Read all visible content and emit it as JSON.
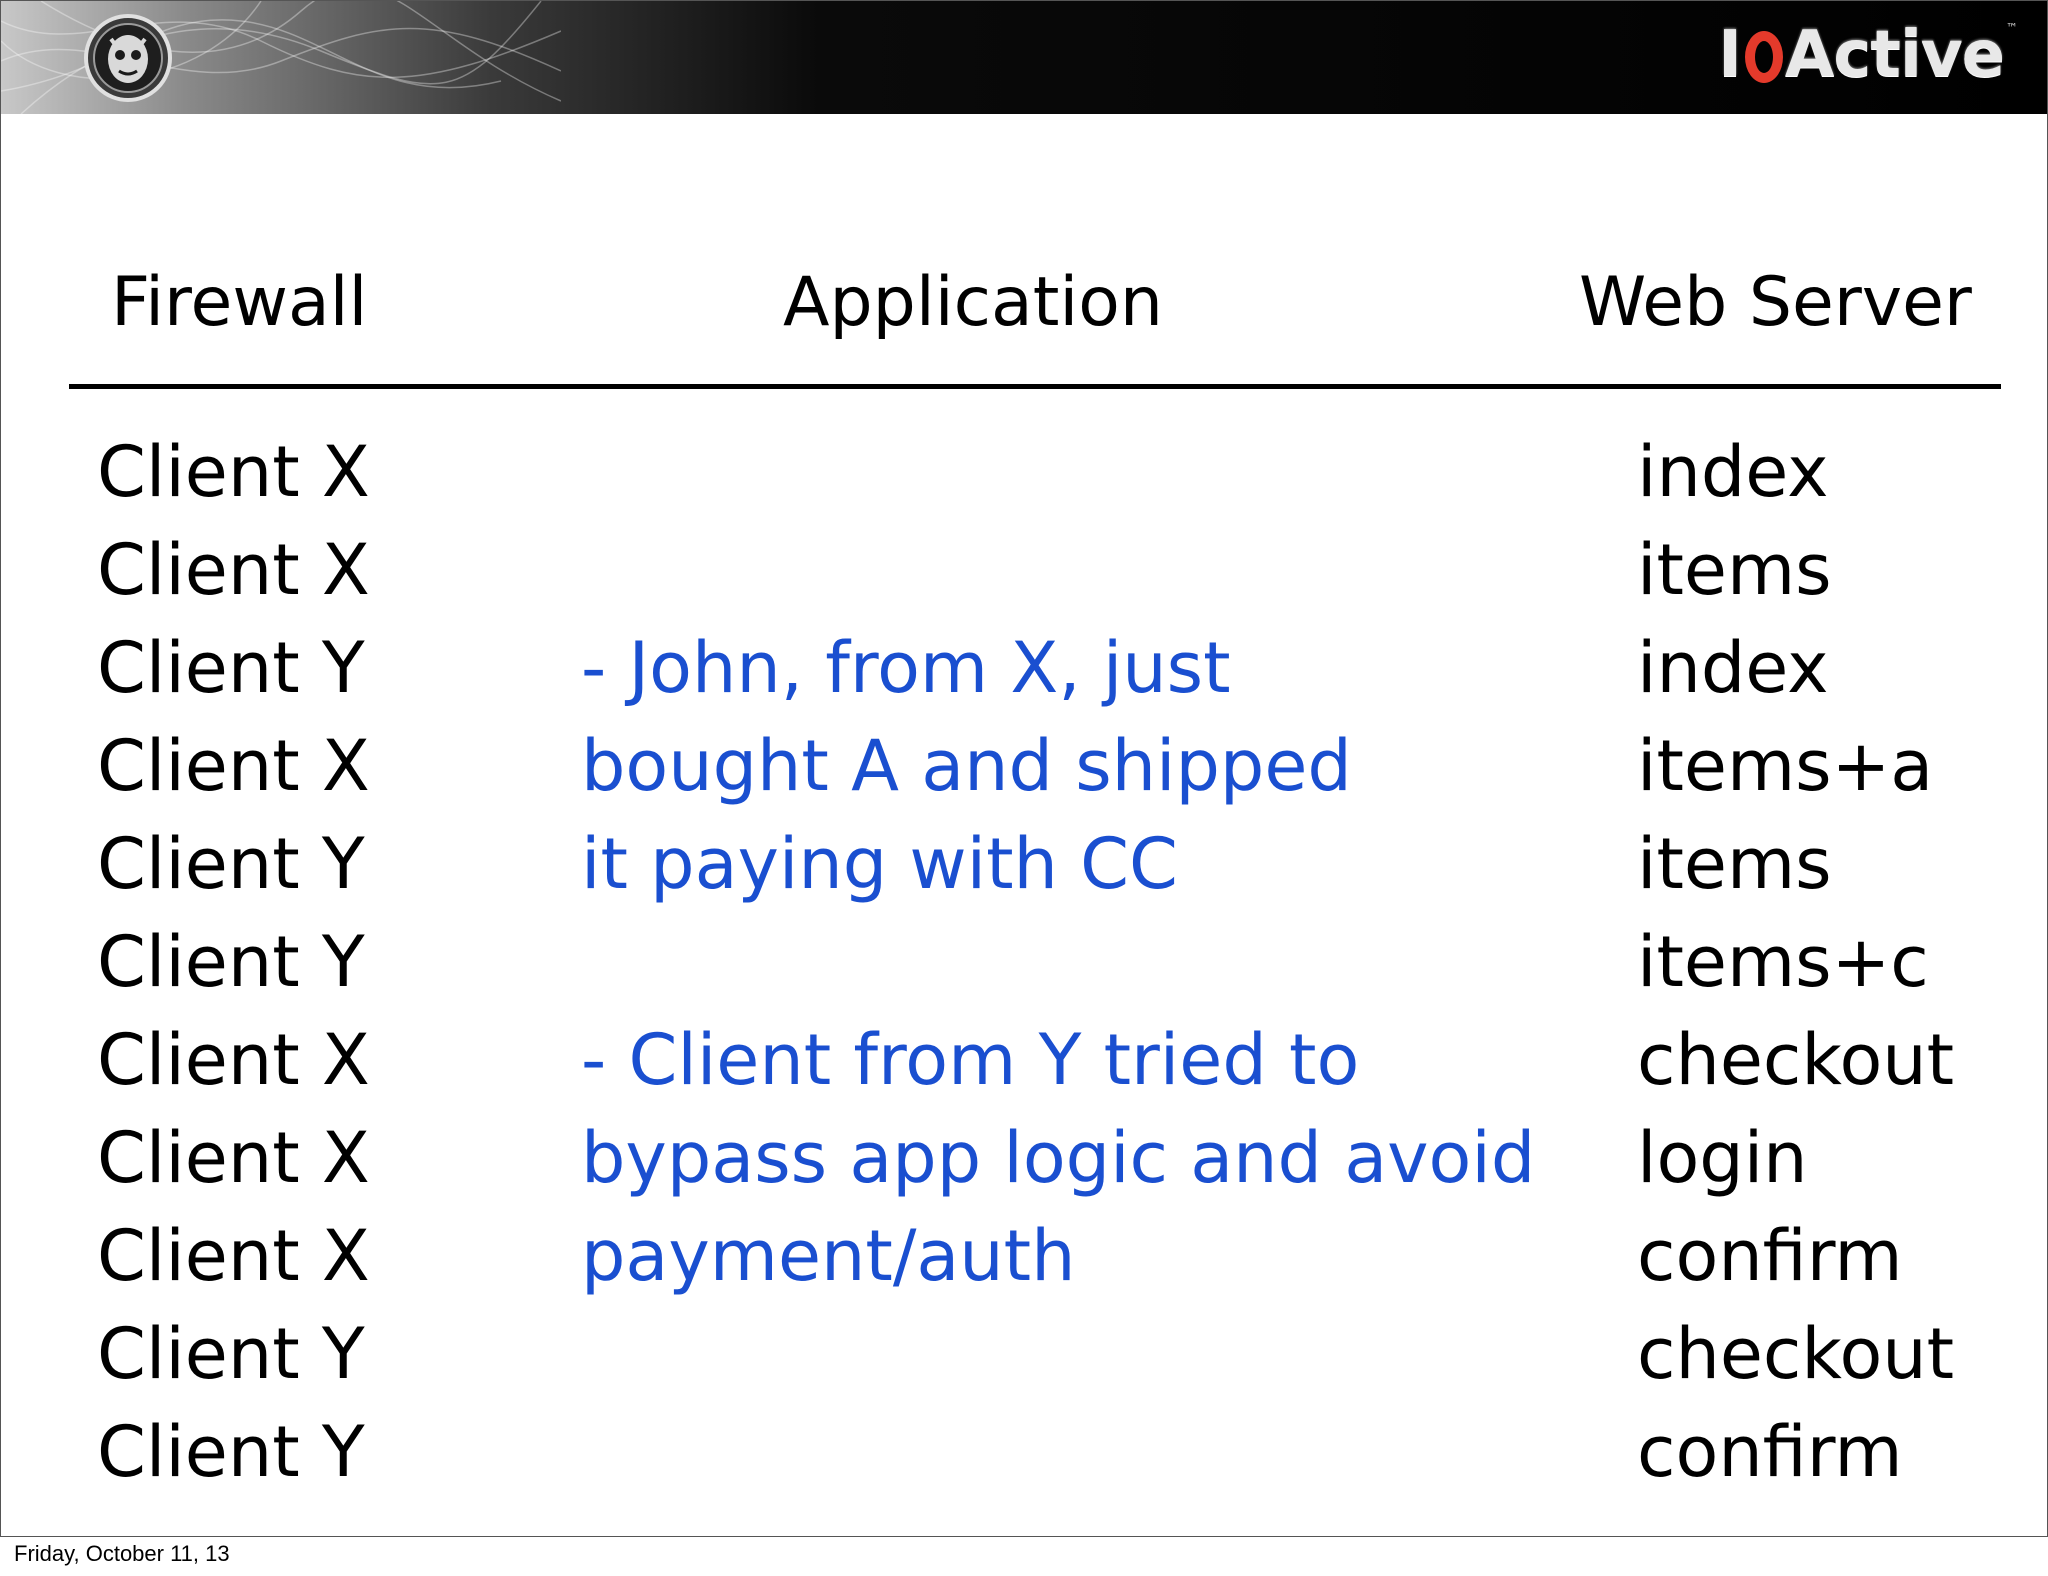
{
  "header": {
    "brand": {
      "prefix": "I",
      "suffix": "Active",
      "trademark": "™",
      "ring_color": "#e43a2b"
    },
    "mascot_icon": "ioactive-mascot-icon"
  },
  "columns": {
    "firewall": "Firewall",
    "application": "Application",
    "webserver": "Web Server"
  },
  "firewall_rows": [
    "Client X",
    "Client X",
    "Client Y",
    "Client X",
    "Client Y",
    "Client Y",
    "Client X",
    "Client X",
    "Client X",
    "Client Y",
    "Client Y"
  ],
  "webserver_rows": [
    "index",
    "items",
    "index",
    "items+a",
    "items",
    "items+c",
    "checkout",
    "login",
    "confirm",
    "checkout",
    "confirm"
  ],
  "application_notes": {
    "note1": [
      "- John, from X, just",
      "bought A and shipped",
      "it paying with CC"
    ],
    "note2": [
      "- Client from Y tried to",
      "bypass app logic and avoid",
      "payment/auth"
    ],
    "color": "#1a4fd0"
  },
  "footer": {
    "date": "Friday, October 11, 13"
  }
}
